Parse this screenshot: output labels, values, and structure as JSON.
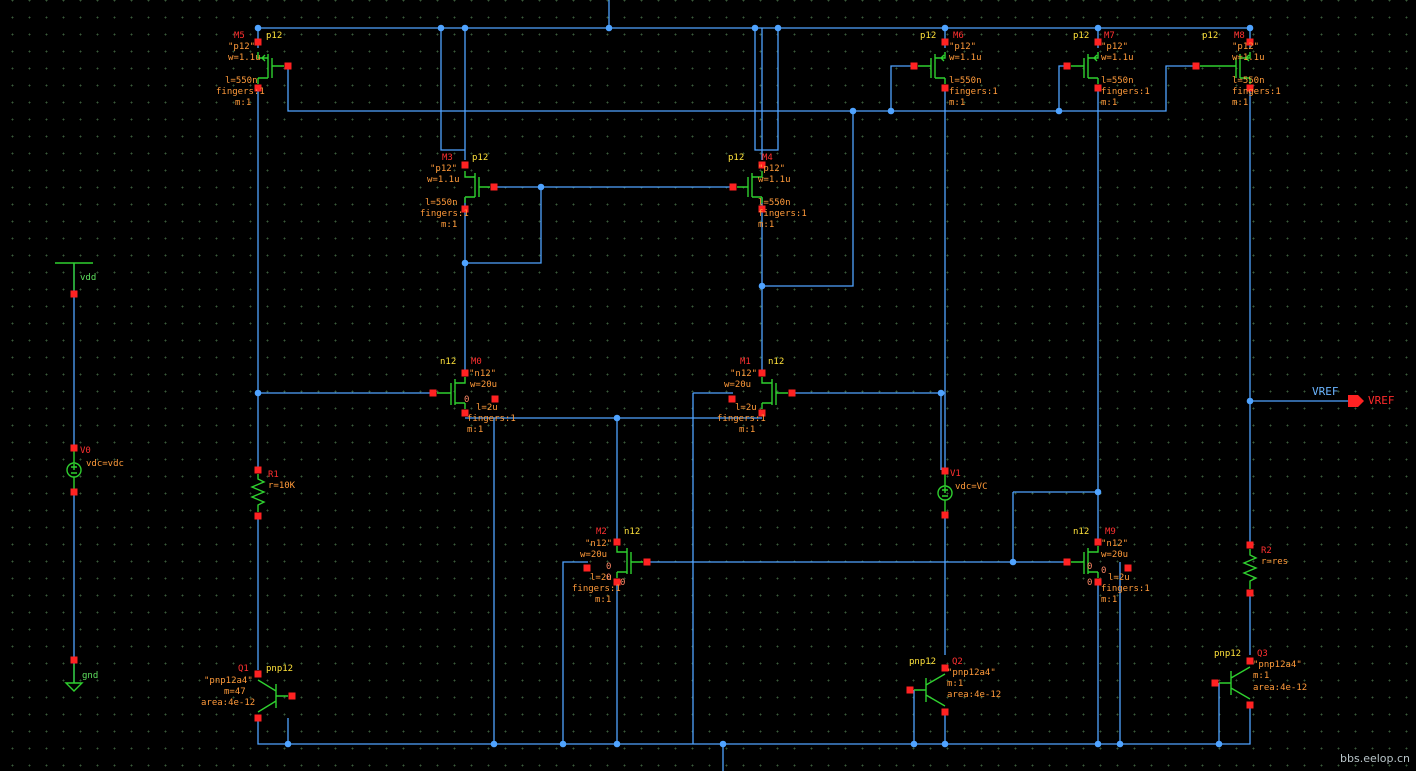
{
  "schematic": {
    "devices": [
      {
        "id": "M5",
        "model": "p12",
        "lines": [
          "\"p12\"",
          "w=1.1u",
          "l=550n",
          "fingers:1",
          "m:1"
        ]
      },
      {
        "id": "M6",
        "model": "p12",
        "lines": [
          "\"p12\"",
          "w=1.1u",
          "l=550n",
          "fingers:1",
          "m:1"
        ]
      },
      {
        "id": "M7",
        "model": "p12",
        "lines": [
          "\"p12\"",
          "w=1.1u",
          "l=550n",
          "fingers:1",
          "m:1"
        ]
      },
      {
        "id": "M8",
        "model": "p12",
        "lines": [
          "\"p12\"",
          "w=1.1u",
          "l=550n",
          "fingers:1",
          "m:1"
        ]
      },
      {
        "id": "M3",
        "model": "p12",
        "lines": [
          "\"p12\"",
          "w=1.1u",
          "l=550n",
          "fingers:1",
          "m:1"
        ]
      },
      {
        "id": "M4",
        "model": "p12",
        "lines": [
          "\"p12\"",
          "w=1.1u",
          "l=550n",
          "fingers:1",
          "m:1"
        ]
      },
      {
        "id": "M0",
        "model": "n12",
        "lines": [
          "\"n12\"",
          "w=20u",
          "l=2u",
          "fingers:1",
          "m:1"
        ]
      },
      {
        "id": "M1",
        "model": "n12",
        "lines": [
          "\"n12\"",
          "w=20u",
          "l=2u",
          "fingers:1",
          "m:1"
        ]
      },
      {
        "id": "M2",
        "model": "n12",
        "lines": [
          "\"n12\"",
          "w=20u",
          "l=2u",
          "fingers:1",
          "m:1"
        ]
      },
      {
        "id": "M9",
        "model": "n12",
        "lines": [
          "\"n12\"",
          "w=20u",
          "l=2u",
          "fingers:1",
          "m:1"
        ]
      },
      {
        "id": "R1",
        "lines": [
          "r=10K"
        ]
      },
      {
        "id": "R2",
        "lines": [
          "r=res"
        ]
      },
      {
        "id": "V0",
        "lines": [
          "vdc=vdc"
        ]
      },
      {
        "id": "V1",
        "lines": [
          "vdc=VC"
        ]
      },
      {
        "id": "Q1",
        "model": "pnp12",
        "lines": [
          "\"pnp12a4\"",
          "m=47",
          "area:4e-12"
        ]
      },
      {
        "id": "Q2",
        "model": "pnp12",
        "lines": [
          "\"pnp12a4\"",
          "m:1",
          "area:4e-12"
        ]
      },
      {
        "id": "Q3",
        "model": "pnp12",
        "lines": [
          "\"pnp12a4\"",
          "m:1",
          "area:4e-12"
        ]
      }
    ],
    "pin_labels": {
      "vdd": "vdd",
      "gnd": "gnd",
      "bulk": "0"
    },
    "net_label": "VREF",
    "output_pin": "VREF",
    "watermark": "bbs.eelop.cn"
  },
  "colors": {
    "wire": "#4fa3ff",
    "symbol": "#2fd02f",
    "pin": "#ff2222",
    "instance": "#ff3030",
    "model": "#ffe23a",
    "param": "#ff9a3a"
  }
}
